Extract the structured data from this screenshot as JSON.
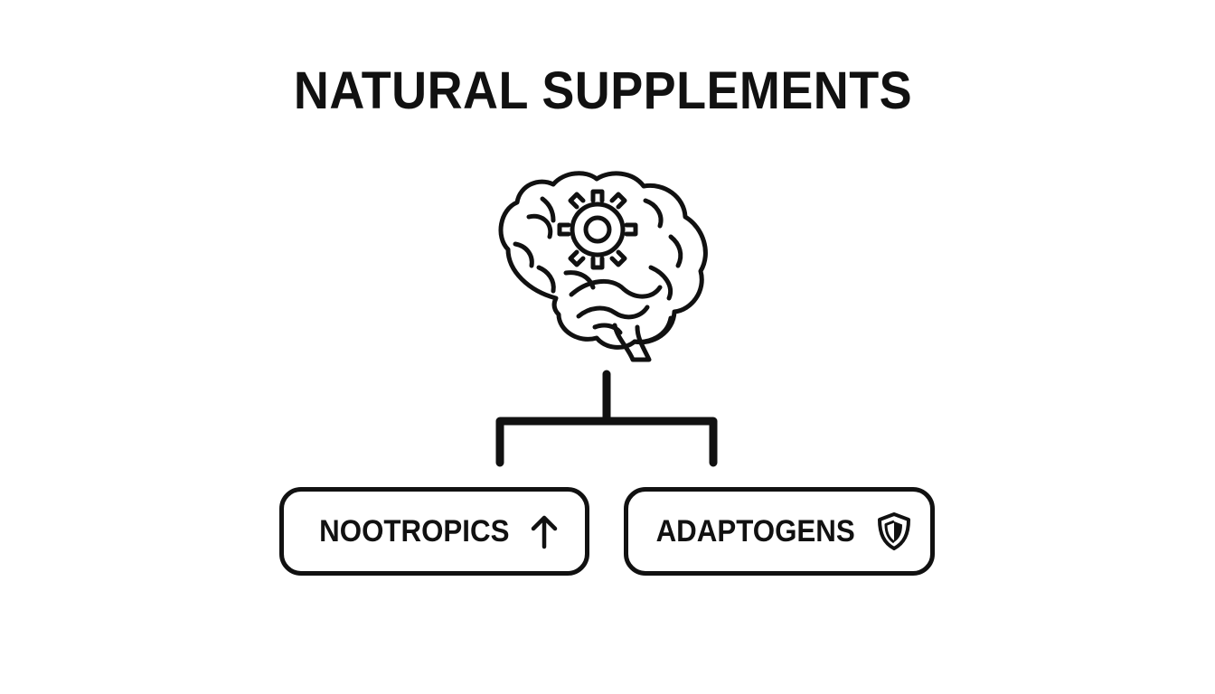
{
  "title": "NATURAL SUPPLEMENTS",
  "root": {
    "icon": "brain-with-gear-icon"
  },
  "children": [
    {
      "label": "NOOTROPICS",
      "icon": "arrow-up-icon"
    },
    {
      "label": "ADAPTOGENS",
      "icon": "shield-icon"
    }
  ],
  "colors": {
    "ink": "#111111",
    "background": "#ffffff"
  }
}
